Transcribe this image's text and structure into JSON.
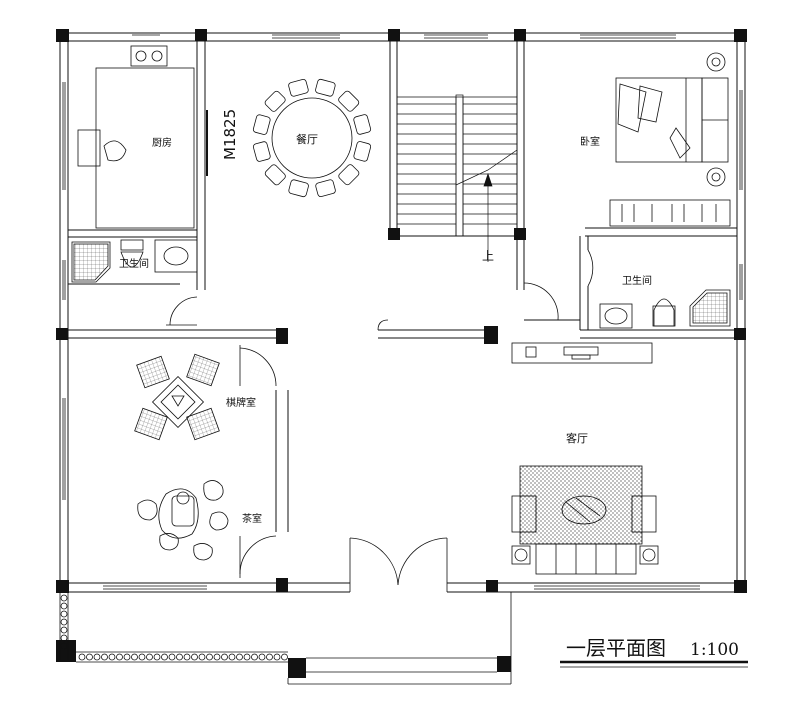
{
  "plan_title": "一层平面图",
  "scale": "1:100",
  "door_code": "M1825",
  "stair_label": "上",
  "rooms": {
    "kitchen": "厨房",
    "dining": "餐厅",
    "bathroom_left": "卫生间",
    "bedroom": "卧室",
    "bathroom_right": "卫生间",
    "mahjong": "棋牌室",
    "tea": "茶室",
    "living": "客厅"
  },
  "colors": {
    "line": "#111111",
    "background": "#ffffff"
  }
}
